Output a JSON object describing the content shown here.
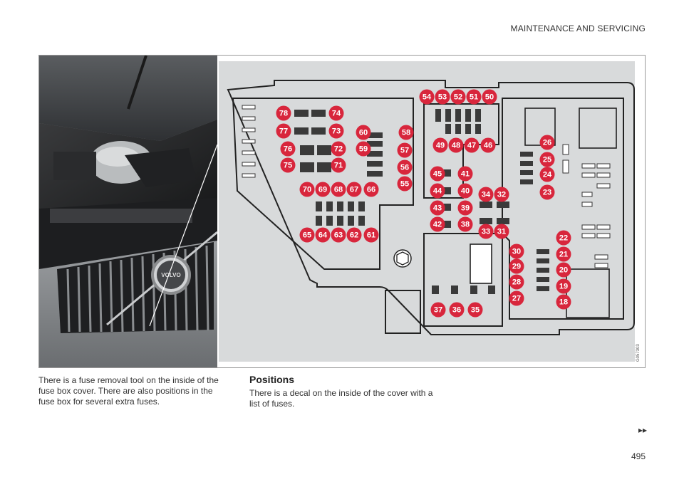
{
  "header": {
    "title": "MAINTENANCE AND SERVICING"
  },
  "figure": {
    "logo_text": "VOLVO",
    "image_code": "G057303",
    "fuse_labels": [
      "54",
      "53",
      "52",
      "51",
      "50",
      "78",
      "74",
      "77",
      "73",
      "60",
      "58",
      "49",
      "48",
      "47",
      "46",
      "26",
      "76",
      "72",
      "59",
      "57",
      "75",
      "71",
      "56",
      "25",
      "45",
      "41",
      "24",
      "55",
      "70",
      "69",
      "68",
      "67",
      "66",
      "44",
      "40",
      "34",
      "32",
      "23",
      "43",
      "39",
      "42",
      "38",
      "33",
      "31",
      "65",
      "64",
      "63",
      "62",
      "61",
      "22",
      "30",
      "21",
      "29",
      "20",
      "28",
      "19",
      "27",
      "18",
      "37",
      "36",
      "35"
    ]
  },
  "text": {
    "left_paragraph": "There is a fuse removal tool on the inside of the fuse box cover. There are also positions in the fuse box for several extra fuses.",
    "section_heading": "Positions",
    "right_paragraph": "There is a decal on the inside of the cover with a list of fuses."
  },
  "footer": {
    "next_arrow": "▸▸",
    "page_number": "495"
  },
  "colors": {
    "badge_red": "#d8263c",
    "diagram_bg": "#d8dadb",
    "fuse_dark": "#3a3a3a"
  }
}
